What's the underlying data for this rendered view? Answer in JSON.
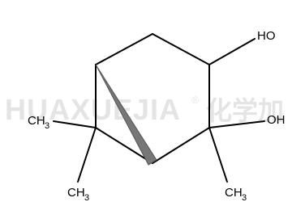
{
  "watermark": {
    "latin": "HUAXUEJIA",
    "registered": "®",
    "cjk": "化学加"
  },
  "molecule": {
    "labels": {
      "oh_top": "HO",
      "oh_right": "OH",
      "ch3_left_main": "CH",
      "ch3_left_sub": "3",
      "ch3_bottom_left_main": "CH",
      "ch3_bottom_left_sub": "3",
      "ch3_bottom_right_main": "CH",
      "ch3_bottom_right_sub": "3"
    }
  },
  "colors": {
    "bond": "#000000",
    "watermark": "#e4e4e4",
    "background": "#ffffff"
  }
}
